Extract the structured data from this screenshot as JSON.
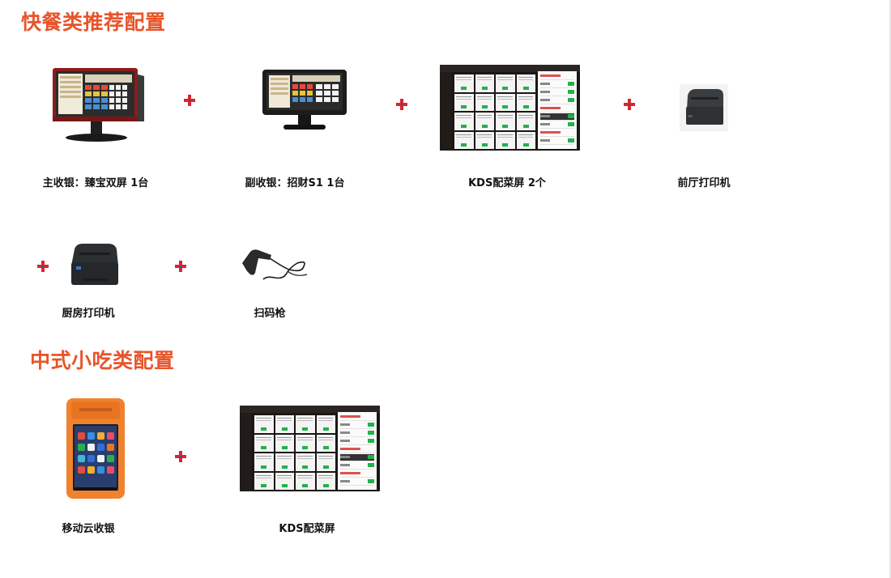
{
  "sections": [
    {
      "title": "快餐类推荐配置",
      "products": [
        {
          "caption": "主收银：臻宝双屏 1台",
          "icon": "dual-screen-pos-image"
        },
        {
          "caption": "副收银：招财S1  1台",
          "icon": "pos-terminal-image"
        },
        {
          "caption": "KDS配菜屏  2个",
          "icon": "kds-screen-image"
        },
        {
          "caption": "前厅打印机",
          "icon": "receipt-printer-image"
        },
        {
          "caption": "厨房打印机",
          "icon": "kitchen-printer-image"
        },
        {
          "caption": "扫码枪",
          "icon": "barcode-scanner-image"
        }
      ]
    },
    {
      "title": "中式小吃类配置",
      "products": [
        {
          "caption": "移动云收银",
          "icon": "mobile-pos-image"
        },
        {
          "caption": "KDS配菜屏",
          "icon": "kds-screen-image"
        }
      ]
    }
  ],
  "colors": {
    "title": "#e8542a",
    "plus": "#d9262c",
    "kds_button": "#22b14c",
    "mobile_pos_body": "#f0822e"
  }
}
